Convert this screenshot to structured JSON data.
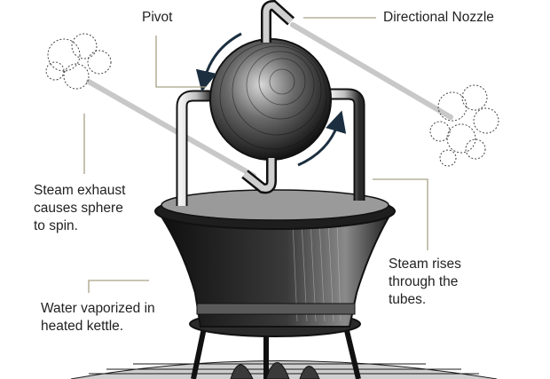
{
  "colors": {
    "ink": "#1a1a1a",
    "leader": "#a8a285",
    "arrow": "#1c2f40",
    "label_text": "#222222"
  },
  "labels": {
    "pivot": "Pivot",
    "directional_nozzle": "Directional Nozzle",
    "steam_exhaust": "Steam exhaust\ncauses sphere\nto spin.",
    "steam_rises": "Steam rises\nthrough the\ntubes.",
    "water_vaporized": "Water vaporized in\nheated kettle."
  }
}
